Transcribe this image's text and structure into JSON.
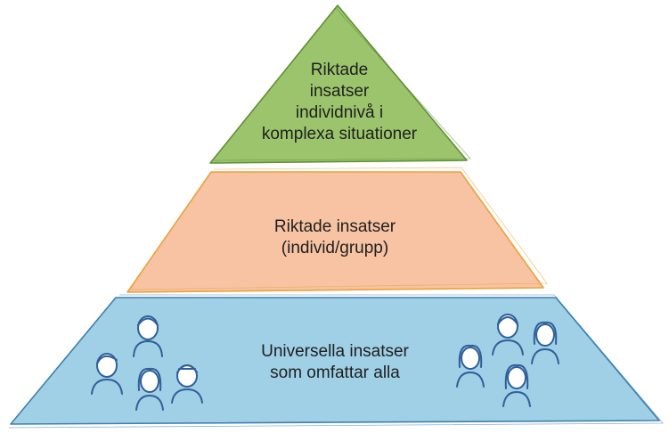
{
  "pyramid": {
    "top": {
      "lines": [
        "Riktade",
        "insatser",
        "individnivå i",
        "komplexa situationer"
      ],
      "color": "#9cc46c",
      "stroke": "#5f8f36"
    },
    "middle": {
      "lines": [
        "Riktade insatser",
        "(individ/grupp)"
      ],
      "color": "#f7c3a3",
      "stroke": "#e9a23a"
    },
    "bottom": {
      "lines": [
        "Universella insatser",
        "som omfattar alla"
      ],
      "color": "#a0d0e6",
      "stroke": "#3d7fb0"
    }
  },
  "people_icon_color": "#2f5f99"
}
